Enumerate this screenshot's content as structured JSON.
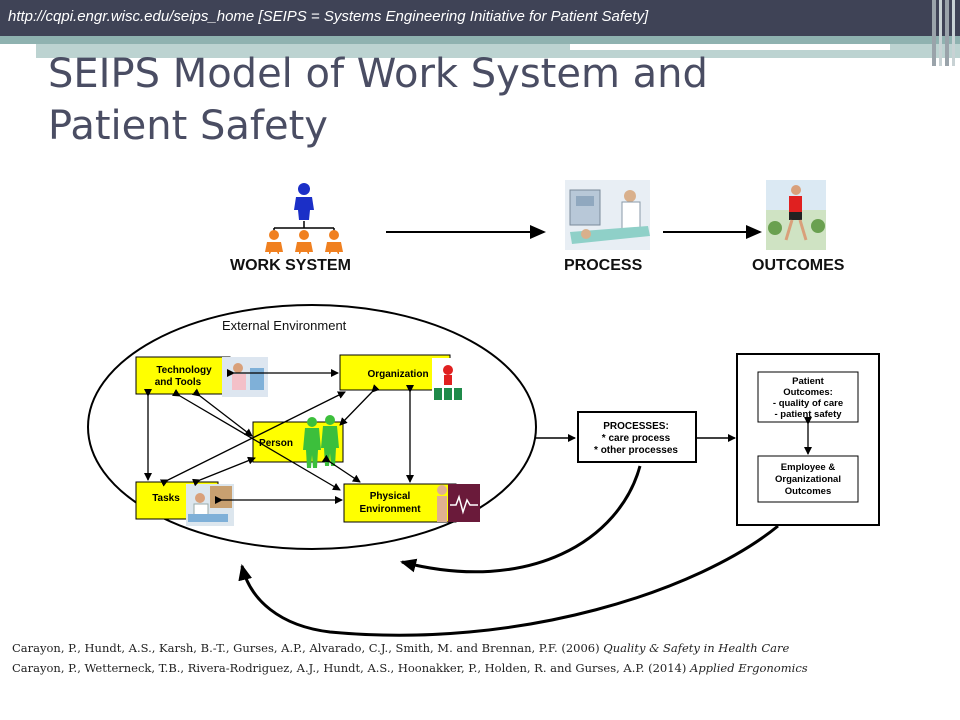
{
  "header": {
    "url_text": "http://cqpi.engr.wisc.edu/seips_home [SEIPS = Systems Engineering Initiative for Patient Safety]"
  },
  "slide": {
    "title": "SEIPS Model of Work System and Patient Safety"
  },
  "top_flow": {
    "work_system": "WORK SYSTEM",
    "process": "PROCESS",
    "outcomes": "OUTCOMES"
  },
  "model": {
    "external_environment": "External Environment",
    "technology_line1": "Technology",
    "technology_line2": "and Tools",
    "organization": "Organization",
    "person": "Person",
    "tasks": "Tasks",
    "physical_line1": "Physical",
    "physical_line2": "Environment",
    "processes_title": "PROCESSES:",
    "processes_item1": "* care process",
    "processes_item2": "* other processes",
    "patient_line1": "Patient",
    "patient_line2": "Outcomes:",
    "patient_line3": "- quality of care",
    "patient_line4": "- patient safety",
    "employee_line1": "Employee &",
    "employee_line2": "Organizational",
    "employee_line3": "Outcomes"
  },
  "references": [
    {
      "text": "Carayon, P., Hundt, A.S., Karsh, B.-T., Gurses, A.P., Alvarado, C.J., Smith, M. and Brennan, P.F. (2006) ",
      "journal": "Quality & Safety in Health Care"
    },
    {
      "text": "Carayon, P., Wetterneck, T.B., Rivera-Rodriguez, A.J., Hundt, A.S., Hoonakker, P., Holden, R. and Gurses, A.P. (2014) ",
      "journal": "Applied Ergonomics"
    }
  ],
  "colors": {
    "header_bg": "#3f4356",
    "title": "#4a4d63",
    "factor_box": "#ffff00",
    "teal_band": "#8fb2b0"
  }
}
